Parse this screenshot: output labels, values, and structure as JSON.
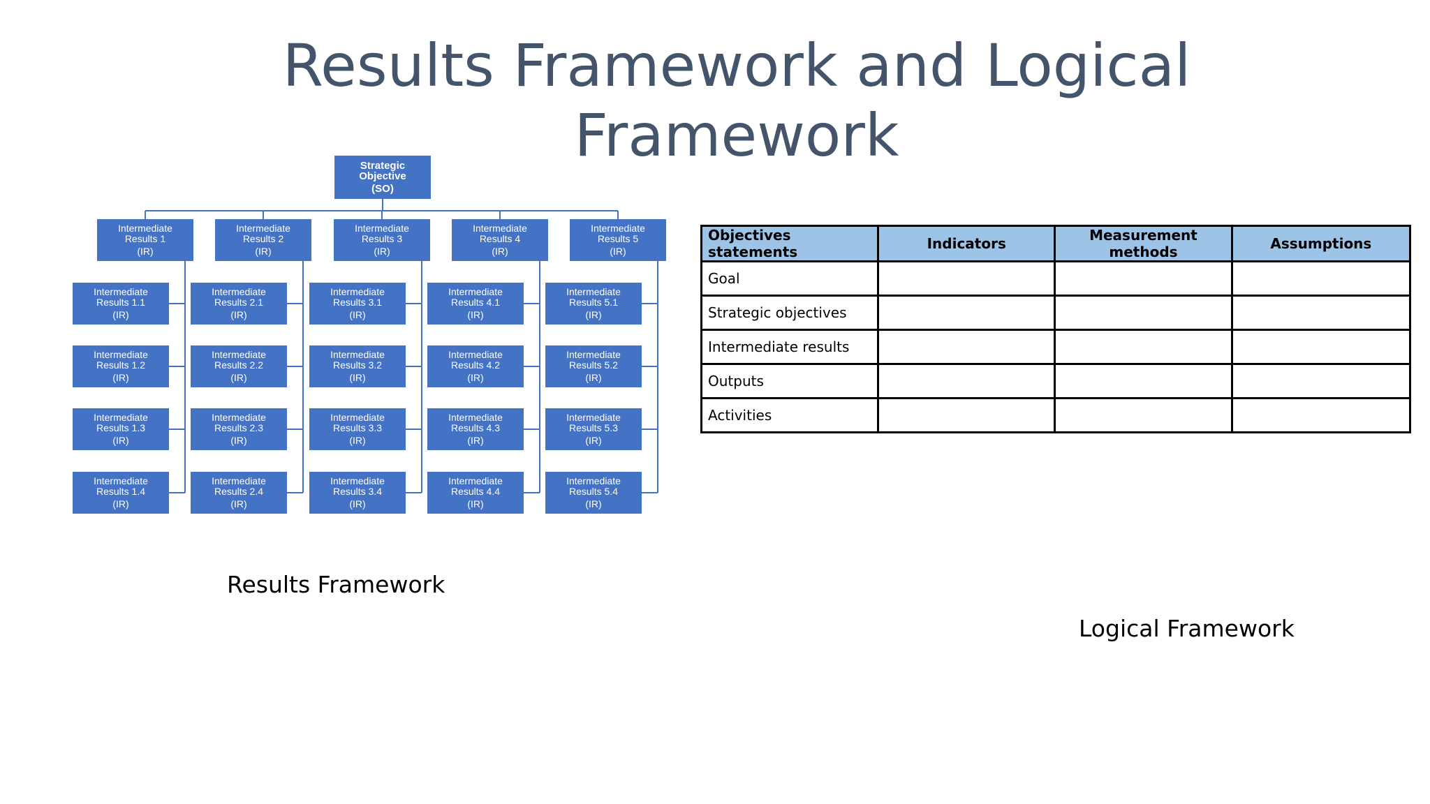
{
  "title": {
    "line1": "Results Framework and Logical",
    "line2": "Framework"
  },
  "results_framework": {
    "caption": "Results Framework",
    "strategic_objective": {
      "line1": "Strategic",
      "line2": "Objective",
      "line3": "(SO)"
    },
    "intermediate_results": [
      {
        "line1": "Intermediate",
        "line2": "Results 1",
        "line3": "(IR)",
        "children": [
          {
            "line1": "Intermediate",
            "line2": "Results 1.1",
            "line3": "(IR)"
          },
          {
            "line1": "Intermediate",
            "line2": "Results 1.2",
            "line3": "(IR)"
          },
          {
            "line1": "Intermediate",
            "line2": "Results 1.3",
            "line3": "(IR)"
          },
          {
            "line1": "Intermediate",
            "line2": "Results 1.4",
            "line3": "(IR)"
          }
        ]
      },
      {
        "line1": "Intermediate",
        "line2": "Results 2",
        "line3": "(IR)",
        "children": [
          {
            "line1": "Intermediate",
            "line2": "Results 2.1",
            "line3": "(IR)"
          },
          {
            "line1": "Intermediate",
            "line2": "Results 2.2",
            "line3": "(IR)"
          },
          {
            "line1": "Intermediate",
            "line2": "Results 2.3",
            "line3": "(IR)"
          },
          {
            "line1": "Intermediate",
            "line2": "Results 2.4",
            "line3": "(IR)"
          }
        ]
      },
      {
        "line1": "Intermediate",
        "line2": "Results 3",
        "line3": "(IR)",
        "children": [
          {
            "line1": "Intermediate",
            "line2": "Results 3.1",
            "line3": "(IR)"
          },
          {
            "line1": "Intermediate",
            "line2": "Results 3.2",
            "line3": "(IR)"
          },
          {
            "line1": "Intermediate",
            "line2": "Results 3.3",
            "line3": "(IR)"
          },
          {
            "line1": "Intermediate",
            "line2": "Results 3.4",
            "line3": "(IR)"
          }
        ]
      },
      {
        "line1": "Intermediate",
        "line2": "Results 4",
        "line3": "(IR)",
        "children": [
          {
            "line1": "Intermediate",
            "line2": "Results 4.1",
            "line3": "(IR)"
          },
          {
            "line1": "Intermediate",
            "line2": "Results 4.2",
            "line3": "(IR)"
          },
          {
            "line1": "Intermediate",
            "line2": "Results 4.3",
            "line3": "(IR)"
          },
          {
            "line1": "Intermediate",
            "line2": "Results 4.4",
            "line3": "(IR)"
          }
        ]
      },
      {
        "line1": "Intermediate",
        "line2": "Results 5",
        "line3": "(IR)",
        "children": [
          {
            "line1": "Intermediate",
            "line2": "Results 5.1",
            "line3": "(IR)"
          },
          {
            "line1": "Intermediate",
            "line2": "Results 5.2",
            "line3": "(IR)"
          },
          {
            "line1": "Intermediate",
            "line2": "Results 5.3",
            "line3": "(IR)"
          },
          {
            "line1": "Intermediate",
            "line2": "Results 5.4",
            "line3": "(IR)"
          }
        ]
      }
    ],
    "box_color": "#4472c4",
    "connector_color": "#4472c4"
  },
  "logical_framework": {
    "caption": "Logical Framework",
    "headers": [
      "Objectives statements",
      "Indicators",
      "Measurement methods",
      "Assumptions"
    ],
    "rows": [
      [
        "Goal",
        "",
        "",
        ""
      ],
      [
        "Strategic objectives",
        "",
        "",
        ""
      ],
      [
        "Intermediate results",
        "",
        "",
        ""
      ],
      [
        "Outputs",
        "",
        "",
        ""
      ],
      [
        "Activities",
        "",
        "",
        ""
      ]
    ],
    "header_color": "#9dc3e6"
  }
}
